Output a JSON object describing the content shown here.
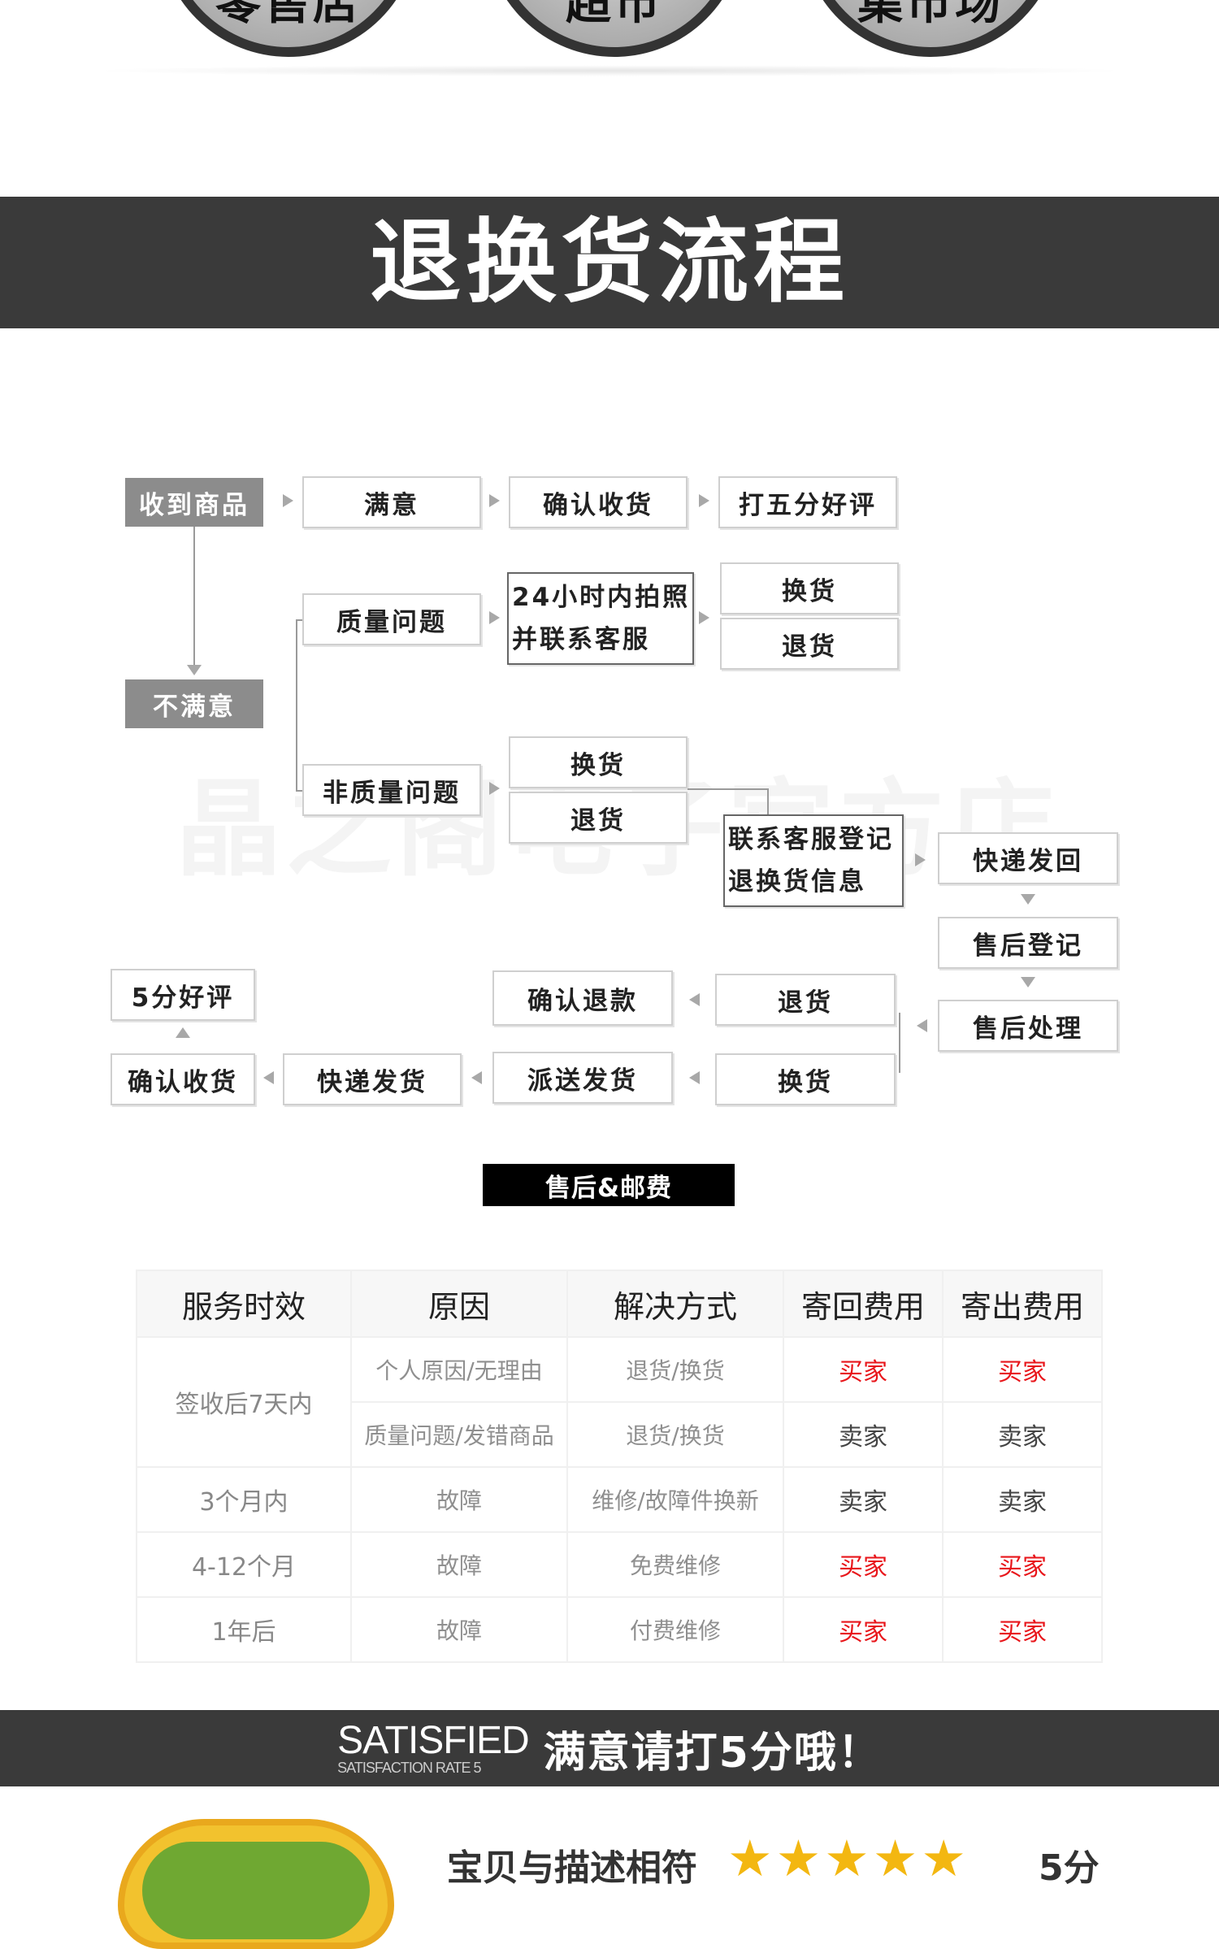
{
  "top_circles": [
    "零售店",
    "超市",
    "集市场"
  ],
  "banner_title": "退换货流程",
  "watermark": "晶之阁电子官方店",
  "flow": {
    "received": "收到商品",
    "satisfied": "满意",
    "confirm_receipt_top": "确认收货",
    "five_star_top": "打五分好评",
    "unsatisfied": "不满意",
    "quality_issue": "质量问题",
    "photo_contact_l1": "24小时内拍照",
    "photo_contact_l2": "并联系客服",
    "exchange_a": "换货",
    "return_a": "退货",
    "non_quality_issue": "非质量问题",
    "exchange_b": "换货",
    "return_b": "退货",
    "register_l1": "联系客服登记",
    "register_l2": "退换货信息",
    "express_back": "快递发回",
    "aftersale_register": "售后登记",
    "aftersale_process": "售后处理",
    "return_c": "退货",
    "exchange_c": "换货",
    "confirm_refund": "确认退款",
    "dispatch": "派送发货",
    "express_ship": "快递发货",
    "confirm_receipt_bottom": "确认收货",
    "five_star_bottom": "5分好评"
  },
  "aftersale_label": "售后&邮费",
  "table": {
    "headers": [
      "服务时效",
      "原因",
      "解决方式",
      "寄回费用",
      "寄出费用"
    ],
    "period_7days": "签收后7天内",
    "r1": [
      "个人原因/无理由",
      "退货/换货",
      "买家",
      "买家"
    ],
    "r2": [
      "质量问题/发错商品",
      "退货/换货",
      "卖家",
      "卖家"
    ],
    "r3": [
      "3个月内",
      "故障",
      "维修/故障件换新",
      "卖家",
      "卖家"
    ],
    "r4": [
      "4-12个月",
      "故障",
      "免费维修",
      "买家",
      "买家"
    ],
    "r5": [
      "1年后",
      "故障",
      "付费维修",
      "买家",
      "买家"
    ]
  },
  "satisfied_banner": {
    "en_main": "SATISFIED",
    "en_sub": "SATISFACTION RATE 5",
    "cn": "满意请打5分哦！"
  },
  "rating": {
    "label": "宝贝与描述相符",
    "stars": "★★★★★",
    "score": "5分"
  },
  "colors": {
    "banner": "#3a3a3a",
    "buyer_red": "#e8161b",
    "star": "#f3b711"
  }
}
